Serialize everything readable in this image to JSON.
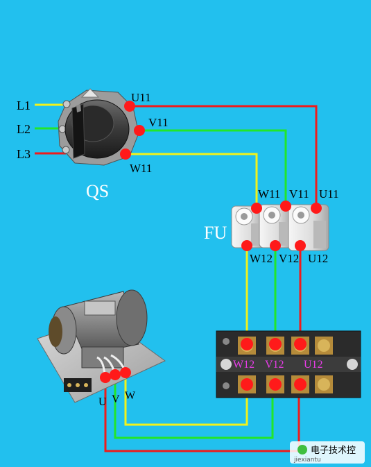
{
  "colors": {
    "background": "#22c0ee",
    "phase_l1": "#f2f21a",
    "phase_l2": "#22e62a",
    "phase_l3": "#ee1c1c",
    "terminal_dot": "#ff1a1a"
  },
  "labels": {
    "line_l1": "L1",
    "line_l2": "L2",
    "line_l3": "L3",
    "switch_name": "QS",
    "switch_out_u": "U11",
    "switch_out_v": "V11",
    "switch_out_w": "W11",
    "fuse_name": "FU",
    "fuse_in_w": "W11",
    "fuse_in_v": "V11",
    "fuse_in_u": "U11",
    "fuse_out_w": "W12",
    "fuse_out_v": "V12",
    "fuse_out_u": "U12",
    "terminal_w": "W12",
    "terminal_v": "V12",
    "terminal_u": "U12",
    "motor_u": "U",
    "motor_v": "V",
    "motor_w": "W"
  },
  "watermark": {
    "title": "电子技术控",
    "site": "jiexiantu"
  }
}
